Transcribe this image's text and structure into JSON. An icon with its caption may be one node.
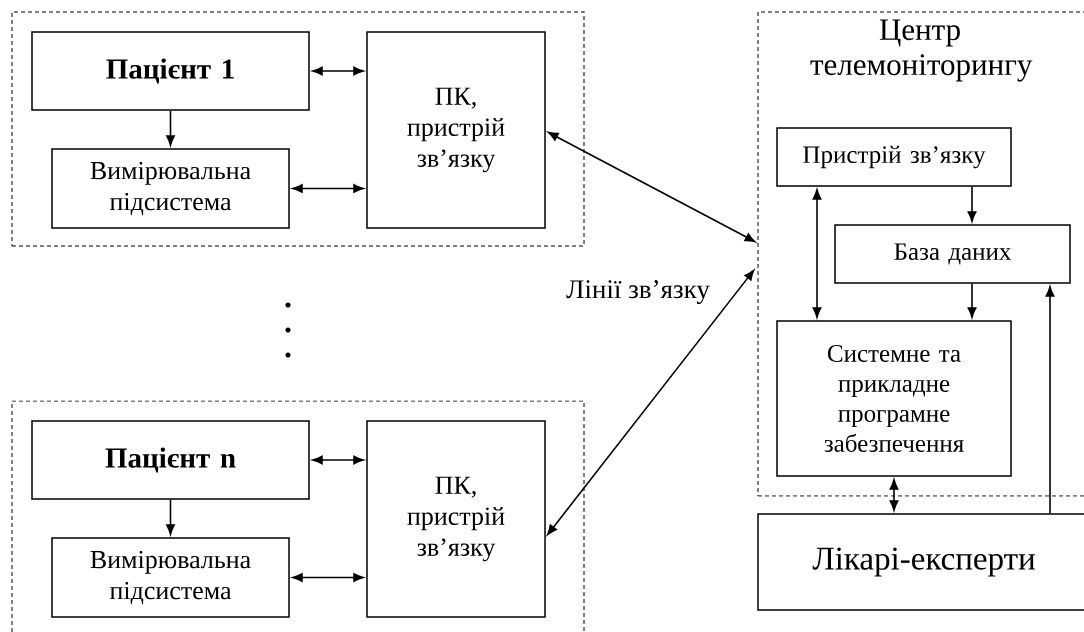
{
  "diagram": {
    "nodes": [
      {
        "text": [],
        "shape": "box"
      },
      {
        "text": [
          "Пацієнт 1"
        ],
        "in": 0
      },
      {
        "text": [
          "Вимірювальна підсистема"
        ],
        "in": 0
      },
      {
        "text": [
          "ПК, пристрій зв’язку"
        ],
        "in": 0
      },
      {
        "text": [],
        "shape": "box"
      },
      {
        "text": [
          "Пацієнт n"
        ],
        "in": 4
      },
      {
        "text": [
          "Вимірювальна підсистема"
        ],
        "in": 4
      },
      {
        "text": [
          "ПК, пристрій зв’язку"
        ],
        "in": 4
      },
      {
        "text": [
          "Центр телемоніторингу"
        ]
      },
      {
        "text": [
          "Пристрій зв’язку"
        ],
        "in": 8
      },
      {
        "text": [
          "База даних"
        ],
        "in": 8
      },
      {
        "text": [
          "Системне та прикладне програмне забезпечення"
        ],
        "in": 8
      },
      {
        "text": [
          "Лікарі-експерти"
        ]
      }
    ],
    "edges": [
      {
        "from": 1,
        "to": 3,
        "arrow": "both"
      },
      {
        "from": 1,
        "to": 2,
        "arrow": "to"
      },
      {
        "from": 2,
        "to": 3,
        "arrow": "both"
      },
      {
        "from": 5,
        "to": 7,
        "arrow": "both"
      },
      {
        "from": 5,
        "to": 6,
        "arrow": "to"
      },
      {
        "from": 6,
        "to": 7,
        "arrow": "both"
      },
      {
        "from": 3,
        "to": 8,
        "arrow": "both"
      },
      {
        "from": 7,
        "to": 8,
        "arrow": "both"
      },
      {
        "from": 9,
        "to": 11,
        "arrow": "both"
      },
      {
        "from": 9,
        "to": 10,
        "arrow": "to"
      },
      {
        "from": 10,
        "to": 11,
        "arrow": "to"
      },
      {
        "from": 11,
        "to": 12,
        "arrow": "both"
      },
      {
        "from": 12,
        "to": 10,
        "arrow": "to"
      }
    ],
    "labels": [
      "Лінії зв’язку"
    ]
  }
}
